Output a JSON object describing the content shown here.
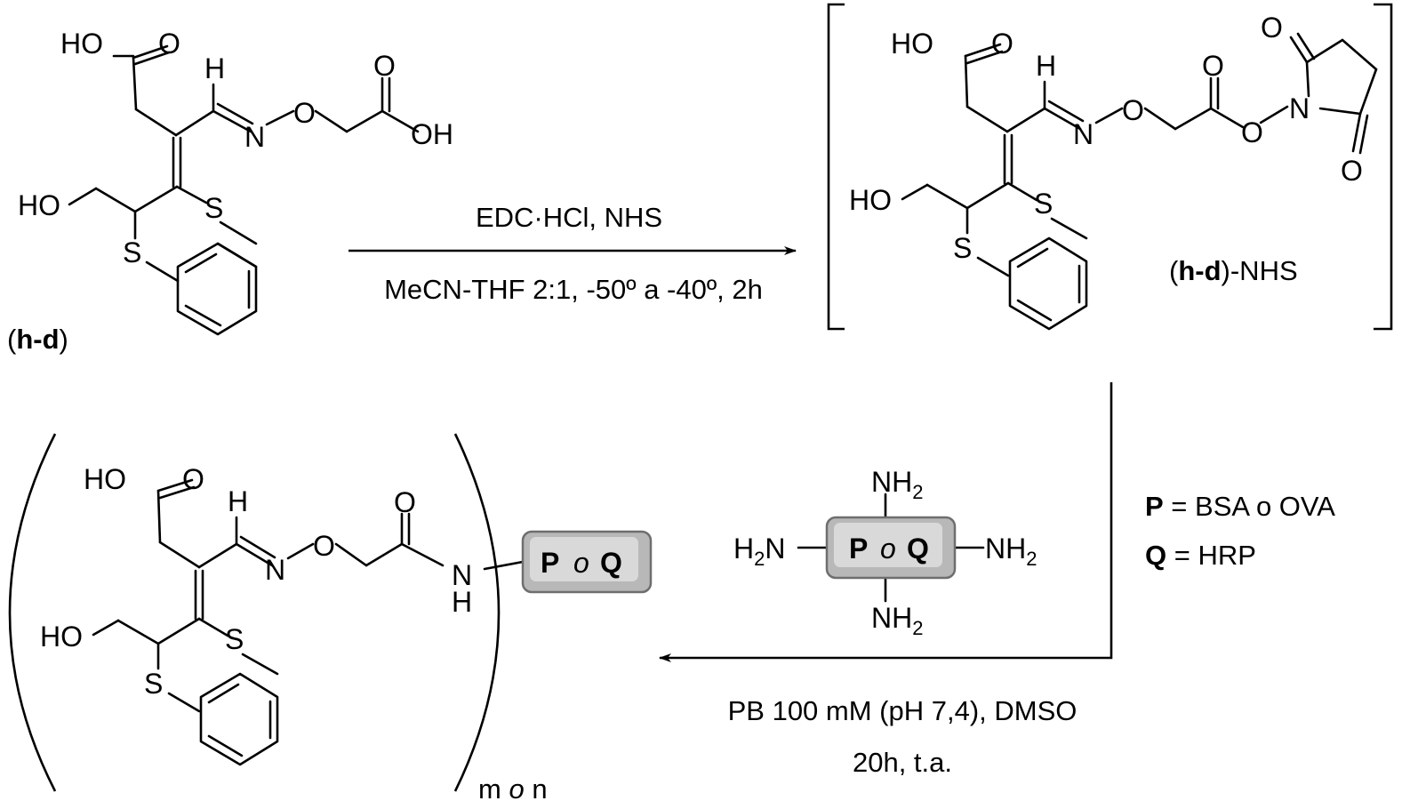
{
  "atoms": {
    "ho_o": "HO",
    "o": "O",
    "oh": "OH",
    "h": "H",
    "n": "N",
    "s": "S",
    "ho": "HO",
    "nh_n": "N",
    "nh_h": "H",
    "nh2_left_h": "H",
    "nh2_left_sub": "2",
    "nh2_left_n": "N",
    "nh2_nh": "NH",
    "nh2_sub": "2"
  },
  "compounds": {
    "start_label_bold": "h-d",
    "start_label_open": "(",
    "start_label_close": ")",
    "intermediate_label_bold": "h-d",
    "intermediate_label_open": "(",
    "intermediate_label_close": ")-NHS"
  },
  "reaction1": {
    "reagents": "EDC·HCl, NHS",
    "conditions": "MeCN-THF 2:1, -50º a -40º, 2h"
  },
  "reaction2": {
    "reagents": "PB 100 mM (pH 7,4), DMSO",
    "conditions": "20h, t.a."
  },
  "protein_box": {
    "p": "P",
    "o": "o",
    "q": "Q"
  },
  "legend": {
    "p_key": "P",
    "p_value": " = BSA o OVA",
    "q_key": "Q",
    "q_value": " = HRP"
  },
  "product": {
    "subscript_m": "m",
    "subscript_o": "o",
    "subscript_n": "n"
  },
  "colors": {
    "box_fill": "#b8b8b8",
    "box_inner": "#d9d9d9",
    "box_stroke": "#6e6e6e"
  }
}
